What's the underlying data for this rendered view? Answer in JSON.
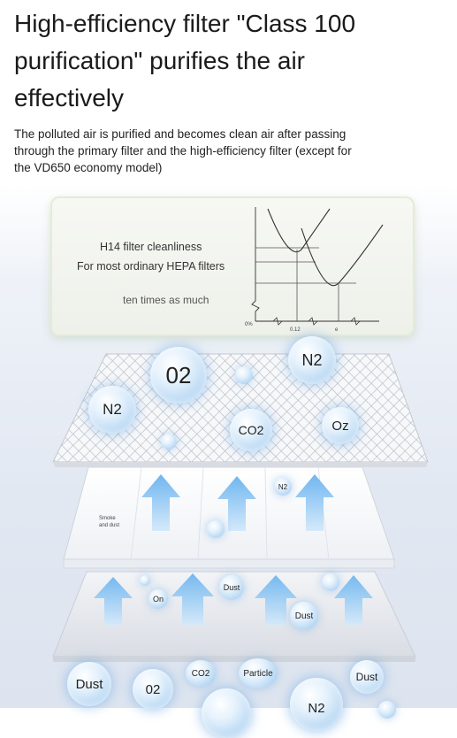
{
  "headline": "High-efficiency filter \"Class 100 purification\" purifies the air effectively",
  "description": "The polluted air is purified and becomes clean air after passing through the primary filter and the high-efficiency filter (except for the VD650 economy model)",
  "card": {
    "line1": "H14 filter cleanliness",
    "line2": "For most ordinary HEPA filters",
    "line3": "ten times as much",
    "axis_origin": "0%",
    "tick_mid": "0.12",
    "tick_right": "e"
  },
  "labels": {
    "smoke_line1": "Smoke",
    "smoke_line2": "and dust"
  },
  "bubbles": {
    "b_02_top": "02",
    "b_n2_top": "N2",
    "b_n2_left": "N2",
    "b_co2": "CO2",
    "b_oz": "Oz",
    "b_n2_small": "N2",
    "b_on": "On",
    "b_dust_a": "Dust",
    "b_dust_b": "Dust",
    "b_dust_bl": "Dust",
    "b_02_bottom": "02",
    "b_co2_bottom": "CO2",
    "b_particle": "Particle",
    "b_dust_br": "Dust",
    "b_n2_bottom": "N2"
  },
  "colors": {
    "arrow": "#7fbdf0",
    "bubble": "#bcdaf4",
    "card_border": "#e3ecd6"
  }
}
